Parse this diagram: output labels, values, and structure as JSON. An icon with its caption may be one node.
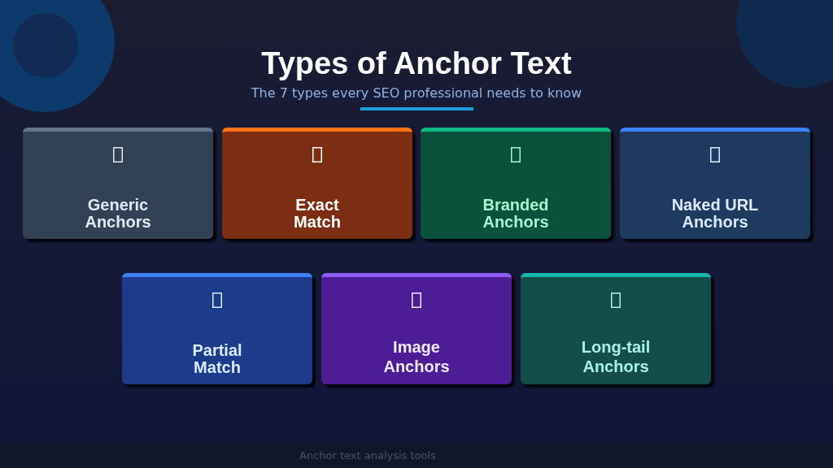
{
  "diagram": {
    "title": "Types of Anchor Text",
    "nodes": [
      {
        "text": [
          "Generic Anchors"
        ]
      },
      {
        "text": [
          "Exact Match"
        ]
      },
      {
        "text": [
          "Branded Anchors"
        ]
      },
      {
        "text": [
          "Naked URL Anchors"
        ]
      },
      {
        "text": [
          "Partial Match"
        ]
      },
      {
        "text": [
          "Image Anchors"
        ]
      },
      {
        "text": [
          "Long-tail Anchors"
        ]
      }
    ],
    "labels": [
      "The 7 types every SEO professional needs to know",
      "Anchor text analysis tools"
    ]
  }
}
